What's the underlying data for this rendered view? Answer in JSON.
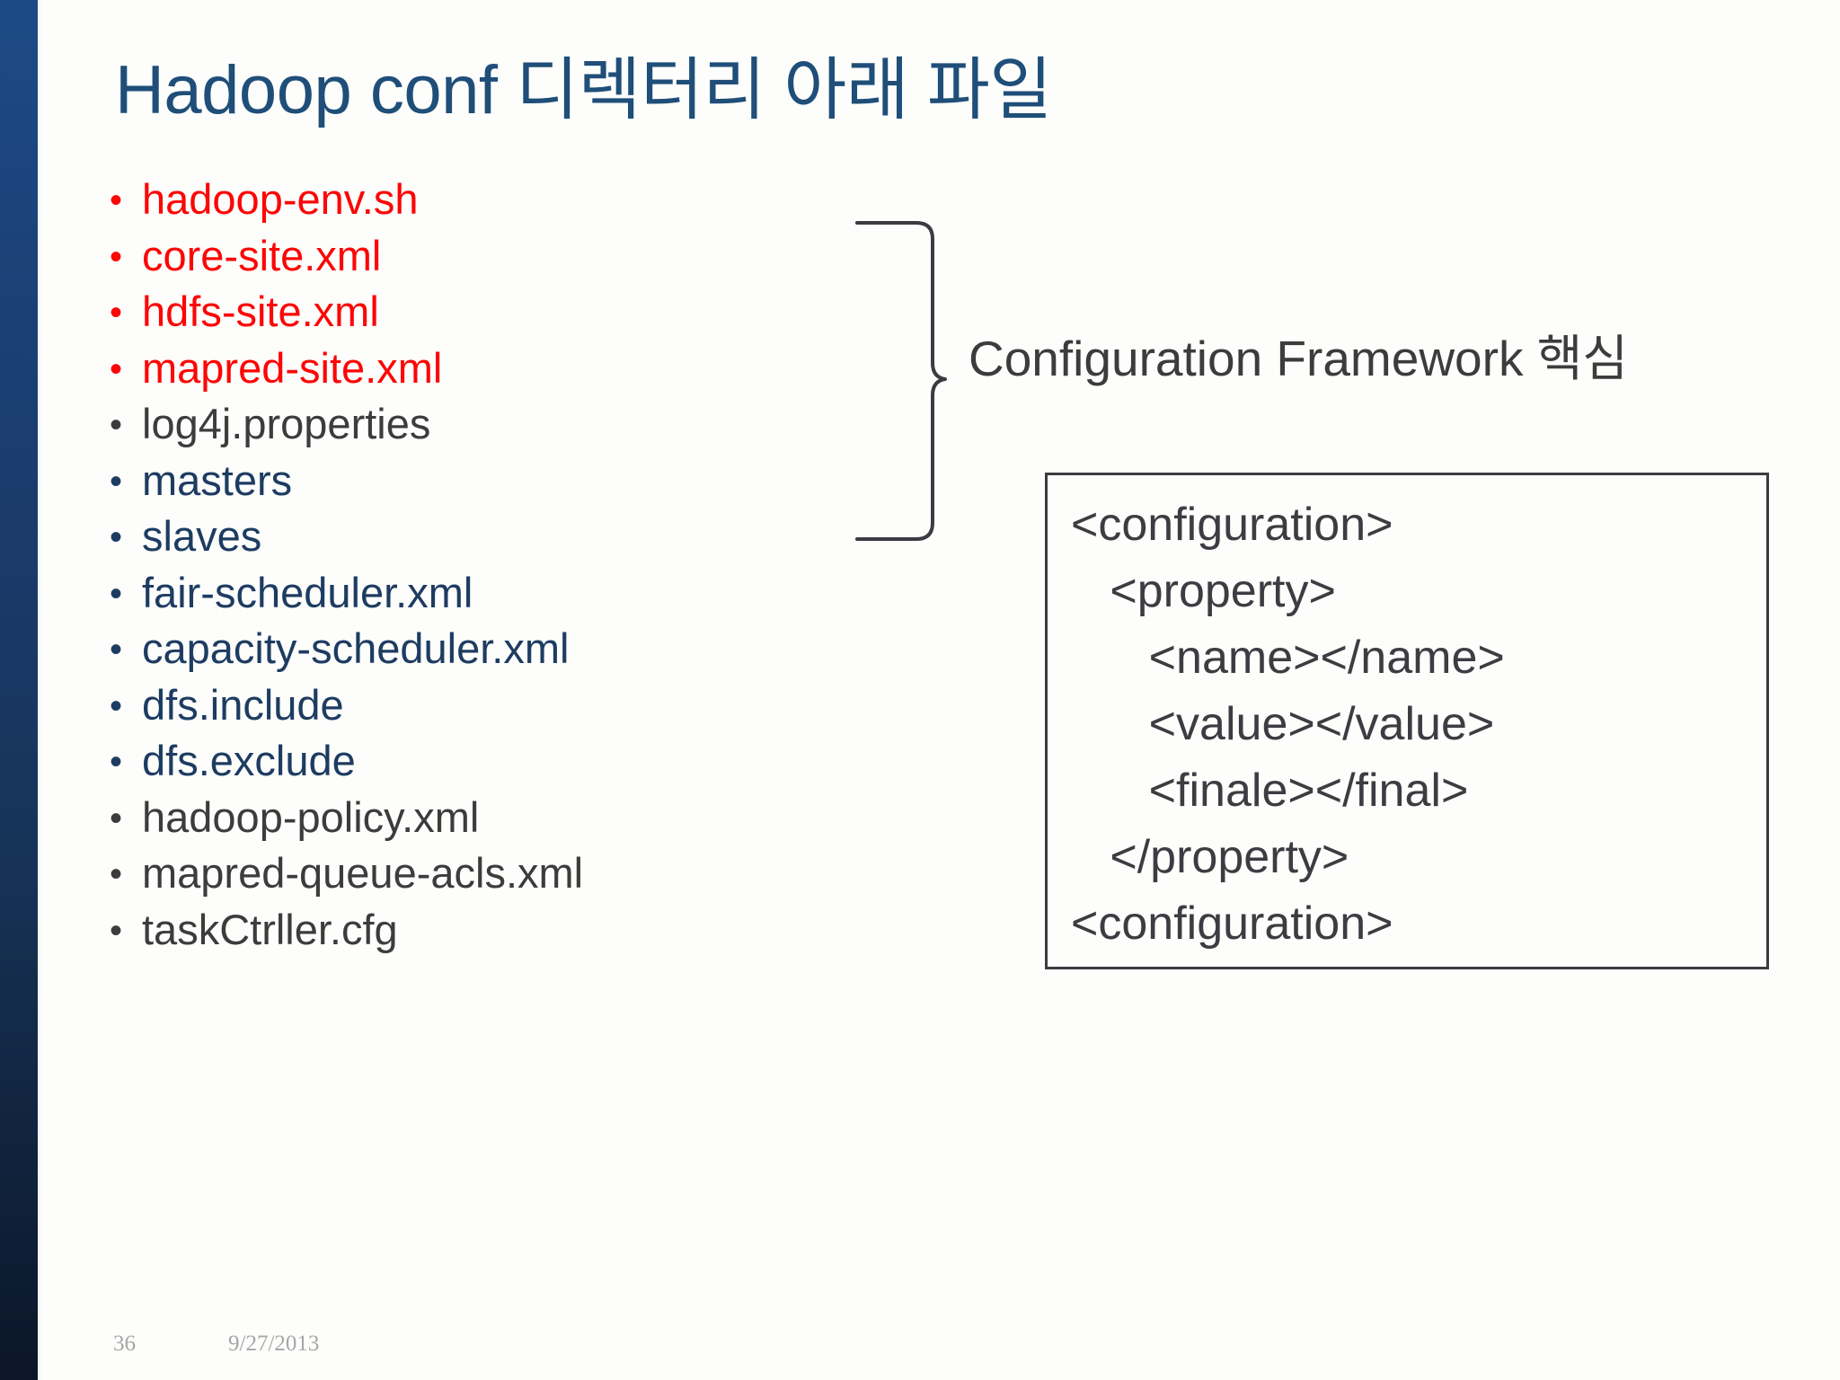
{
  "slide": {
    "title": "Hadoop conf 디렉터리 아래 파일",
    "background_color": "#fdfdfb",
    "accent_bar_color_top": "#1d4a85",
    "accent_bar_color_bottom": "#0b1628",
    "title_color": "#1f4e79"
  },
  "bullets": [
    {
      "label": "hadoop-env.sh",
      "color": "#fc0606",
      "style": "red"
    },
    {
      "label": "core-site.xml",
      "color": "#fc0606",
      "style": "red"
    },
    {
      "label": "hdfs-site.xml",
      "color": "#fc0606",
      "style": "red"
    },
    {
      "label": "mapred-site.xml",
      "color": "#fc0606",
      "style": "red"
    },
    {
      "label": "log4j.properties",
      "color": "#3c3c3c",
      "style": "gray"
    },
    {
      "label": "masters",
      "color": "#1d3c61",
      "style": "navy"
    },
    {
      "label": "slaves",
      "color": "#1d3c61",
      "style": "navy"
    },
    {
      "label": "fair-scheduler.xml",
      "color": "#1d3c61",
      "style": "navy"
    },
    {
      "label": "capacity-scheduler.xml",
      "color": "#1d3c61",
      "style": "navy"
    },
    {
      "label": "dfs.include",
      "color": "#1d3c61",
      "style": "navy"
    },
    {
      "label": "dfs.exclude",
      "color": "#1d3c61",
      "style": "navy"
    },
    {
      "label": "hadoop-policy.xml",
      "color": "#3c3c3c",
      "style": "gray"
    },
    {
      "label": "mapred-queue-acls.xml",
      "color": "#3c3c3c",
      "style": "gray"
    },
    {
      "label": "taskCtrller.cfg",
      "color": "#3c3c3c",
      "style": "gray"
    }
  ],
  "callout": {
    "label": "Configuration Framework 핵심",
    "color": "#3c3c3c",
    "brace_icon": "curly-brace-right-icon"
  },
  "code_box": {
    "border_color": "#3b3b42",
    "text_color": "#3c3c42",
    "lines": [
      "<configuration>",
      "   <property>",
      "      <name></name>",
      "      <value></value>",
      "      <finale></final>",
      "   </property>",
      "<configuration>"
    ]
  },
  "footer": {
    "page_number": "36",
    "date": "9/27/2013",
    "color": "#a6a6a6"
  }
}
